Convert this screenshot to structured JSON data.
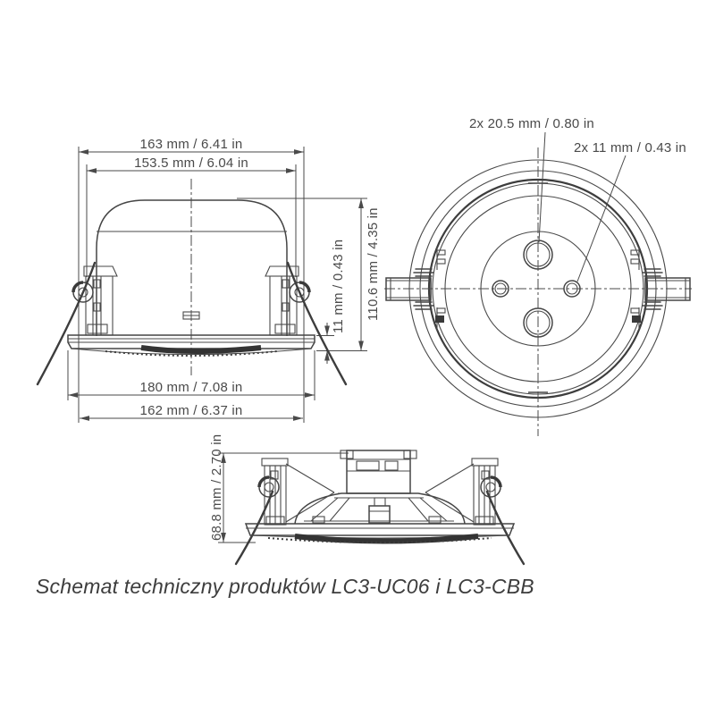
{
  "caption": "Schemat techniczny produktów LC3-UC06 i LC3-CBB",
  "front_view": {
    "description": "front elevation of ceiling loudspeaker with clamps",
    "dim_width_outer": "163 mm / 6.41 in",
    "dim_width_inner": "153.5 mm / 6.04 in",
    "dim_flange_thickness": "11 mm / 0.43 in",
    "dim_height": "110.6 mm / 4.35 in",
    "dim_flange_diameter": "180 mm / 7.08 in",
    "dim_cutout_diameter": "162 mm / 6.37 in"
  },
  "rear_view": {
    "description": "rear view of ceiling loudspeaker dome",
    "dim_large_holes": "2x 20.5 mm / 0.80 in",
    "dim_small_holes": "2x 11 mm / 0.43 in"
  },
  "side_view": {
    "description": "side elevation without rear dome",
    "dim_depth": "68.8 mm / 2.70 in"
  },
  "colors": {
    "line": "#4a4a4a",
    "text": "#4a4a4a",
    "background": "#ffffff"
  }
}
